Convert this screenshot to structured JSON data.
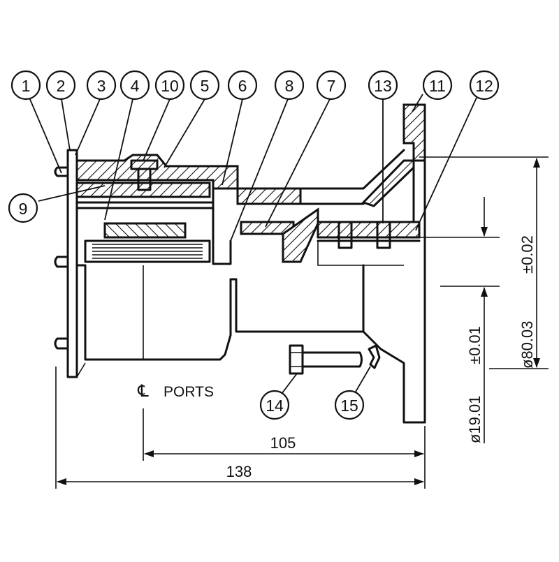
{
  "balloons": [
    "1",
    "2",
    "3",
    "4",
    "10",
    "5",
    "6",
    "8",
    "7",
    "13",
    "11",
    "12",
    "9",
    "14",
    "15"
  ],
  "dimensions": {
    "overall_length": "138",
    "ports_to_flange": "105",
    "flange_diameter": "ø80.03",
    "flange_tolerance": "±0.02",
    "shaft_diameter": "ø19.01",
    "shaft_tolerance": "±0.01"
  },
  "labels": {
    "centerline_symbol": "℄",
    "ports": "PORTS"
  }
}
